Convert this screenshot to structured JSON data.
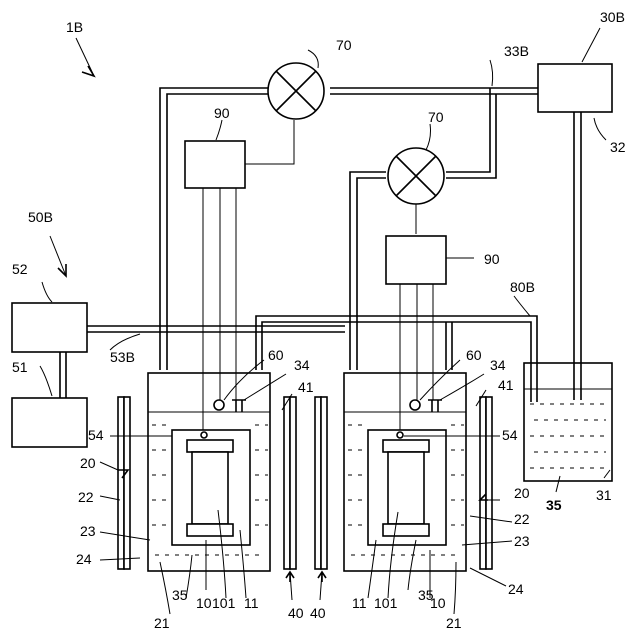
{
  "figure_label": "1B",
  "labels": {
    "n30B": "30B",
    "n33B": "33B",
    "n70a": "70",
    "n70b": "70",
    "n90a": "90",
    "n90b": "90",
    "n32": "32",
    "n50B": "50B",
    "n52": "52",
    "n51": "51",
    "n53B": "53B",
    "n80B": "80B",
    "n60a": "60",
    "n34a": "34",
    "n41a": "41",
    "n54a": "54",
    "n20a": "20",
    "n22a": "22",
    "n23a": "23",
    "n24a": "24",
    "n35a": "35",
    "n10a": "10",
    "n101a": "101",
    "n11a": "11",
    "n21a": "21",
    "n40a": "40",
    "n60b": "60",
    "n34b": "34",
    "n41b": "41",
    "n54b": "54",
    "n20b": "20",
    "n22b": "22",
    "n23b": "23",
    "n24b": "24",
    "n35b": "35",
    "n10b": "10",
    "n101b": "101",
    "n11b": "11",
    "n21b": "21",
    "n40b": "40",
    "n35c": "35",
    "n31": "31"
  }
}
